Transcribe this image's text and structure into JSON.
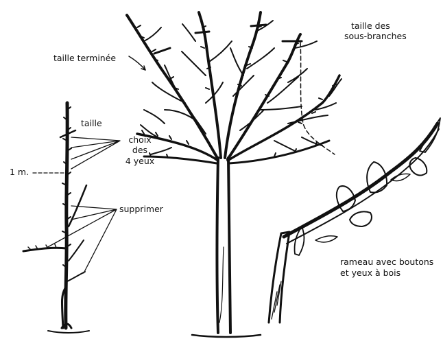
{
  "labels": {
    "taille_terminee": "taille terminée",
    "taille_sous_branches_line1": "taille des",
    "taille_sous_branches_line2": "sous-branches",
    "taille": "taille",
    "choix_line1": "choix",
    "choix_line2": "des",
    "choix_line3": "4 yeux",
    "un_metre": "1 m.",
    "supprimer": "supprimer",
    "rameau_line1": "rameau avec boutons",
    "rameau_line2": "et yeux à bois"
  },
  "colors": {
    "ink": "#111111",
    "paper": "#ffffff"
  },
  "parts": [
    "young-whip",
    "pruned-tree",
    "twig-with-buds"
  ]
}
